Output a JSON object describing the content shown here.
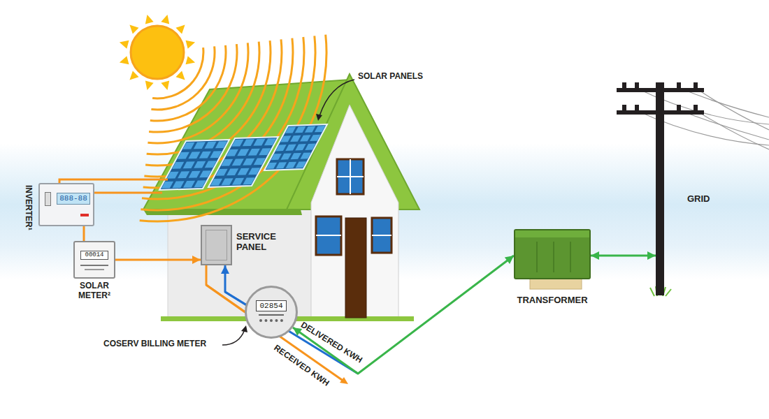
{
  "diagram": {
    "nodes": [
      {
        "text": [
          "INVERTER¹",
          "888-88"
        ]
      },
      {
        "text": [
          "00014",
          "SOLAR METER²"
        ]
      },
      {
        "text": [
          "SERVICE PANEL"
        ]
      },
      {
        "text": [
          "02854"
        ]
      },
      {
        "text": [
          "TRANSFORMER"
        ]
      },
      {
        "text": [
          "GRID"
        ]
      }
    ],
    "edges": [
      {
        "from": 0,
        "to": 1,
        "arrow": "none"
      },
      {
        "from": 1,
        "to": 2,
        "arrow": "to"
      },
      {
        "from": 3,
        "to": 2,
        "arrow": "to"
      },
      {
        "from": 2,
        "to": 3,
        "arrow": "none"
      },
      {
        "from": 3,
        "to": 4,
        "arrow": "both"
      },
      {
        "from": 4,
        "to": 5,
        "arrow": "both"
      }
    ],
    "labels": [
      "SOLAR PANELS",
      "COSERV BILLING METER",
      "DELIVERED KWH",
      "RECEIVED KWH"
    ]
  }
}
